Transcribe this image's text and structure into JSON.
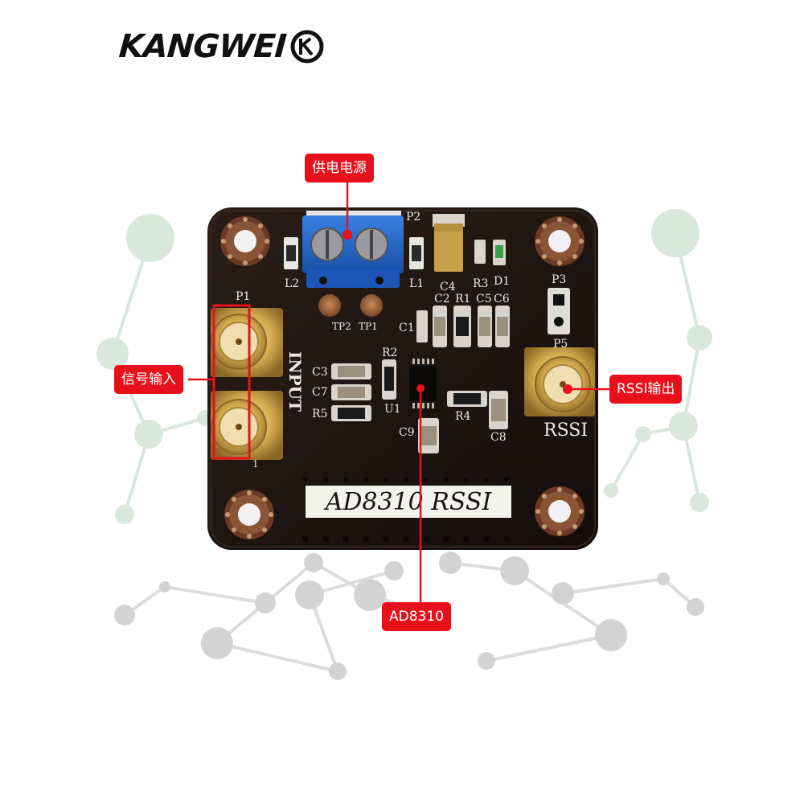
{
  "brand": {
    "name": "KANGWEI",
    "logo_icon": "kw-circle-logo"
  },
  "board": {
    "silkscreen_main": "AD8310  RSSI",
    "input_label": "INPUT",
    "output_label": "RSSI",
    "refs": {
      "p1": "P1",
      "p2": "P2",
      "p3": "P3",
      "p5": "P5",
      "l1": "L1",
      "l2": "L2",
      "c4": "C4",
      "r3": "R3",
      "d1": "D1",
      "c2": "C2",
      "r1": "R1",
      "c5": "C5",
      "c6": "C6",
      "c1": "C1",
      "tp2": "TP2",
      "tp1": "TP1",
      "r2": "R2",
      "u1": "U1",
      "c3": "C3",
      "c7": "C7",
      "r5": "R5",
      "r4": "R4",
      "c8": "C8",
      "c9": "C9",
      "pin1": "1"
    },
    "pcb_color": "#1b1311",
    "terminal_color": "#1f5fc2",
    "sma_color": "#d7b25a"
  },
  "callouts": {
    "power": "供电电源",
    "signal_input": "信号输入",
    "rssi_output": "RSSI输出",
    "chip": "AD8310",
    "color": "#e8101a"
  }
}
